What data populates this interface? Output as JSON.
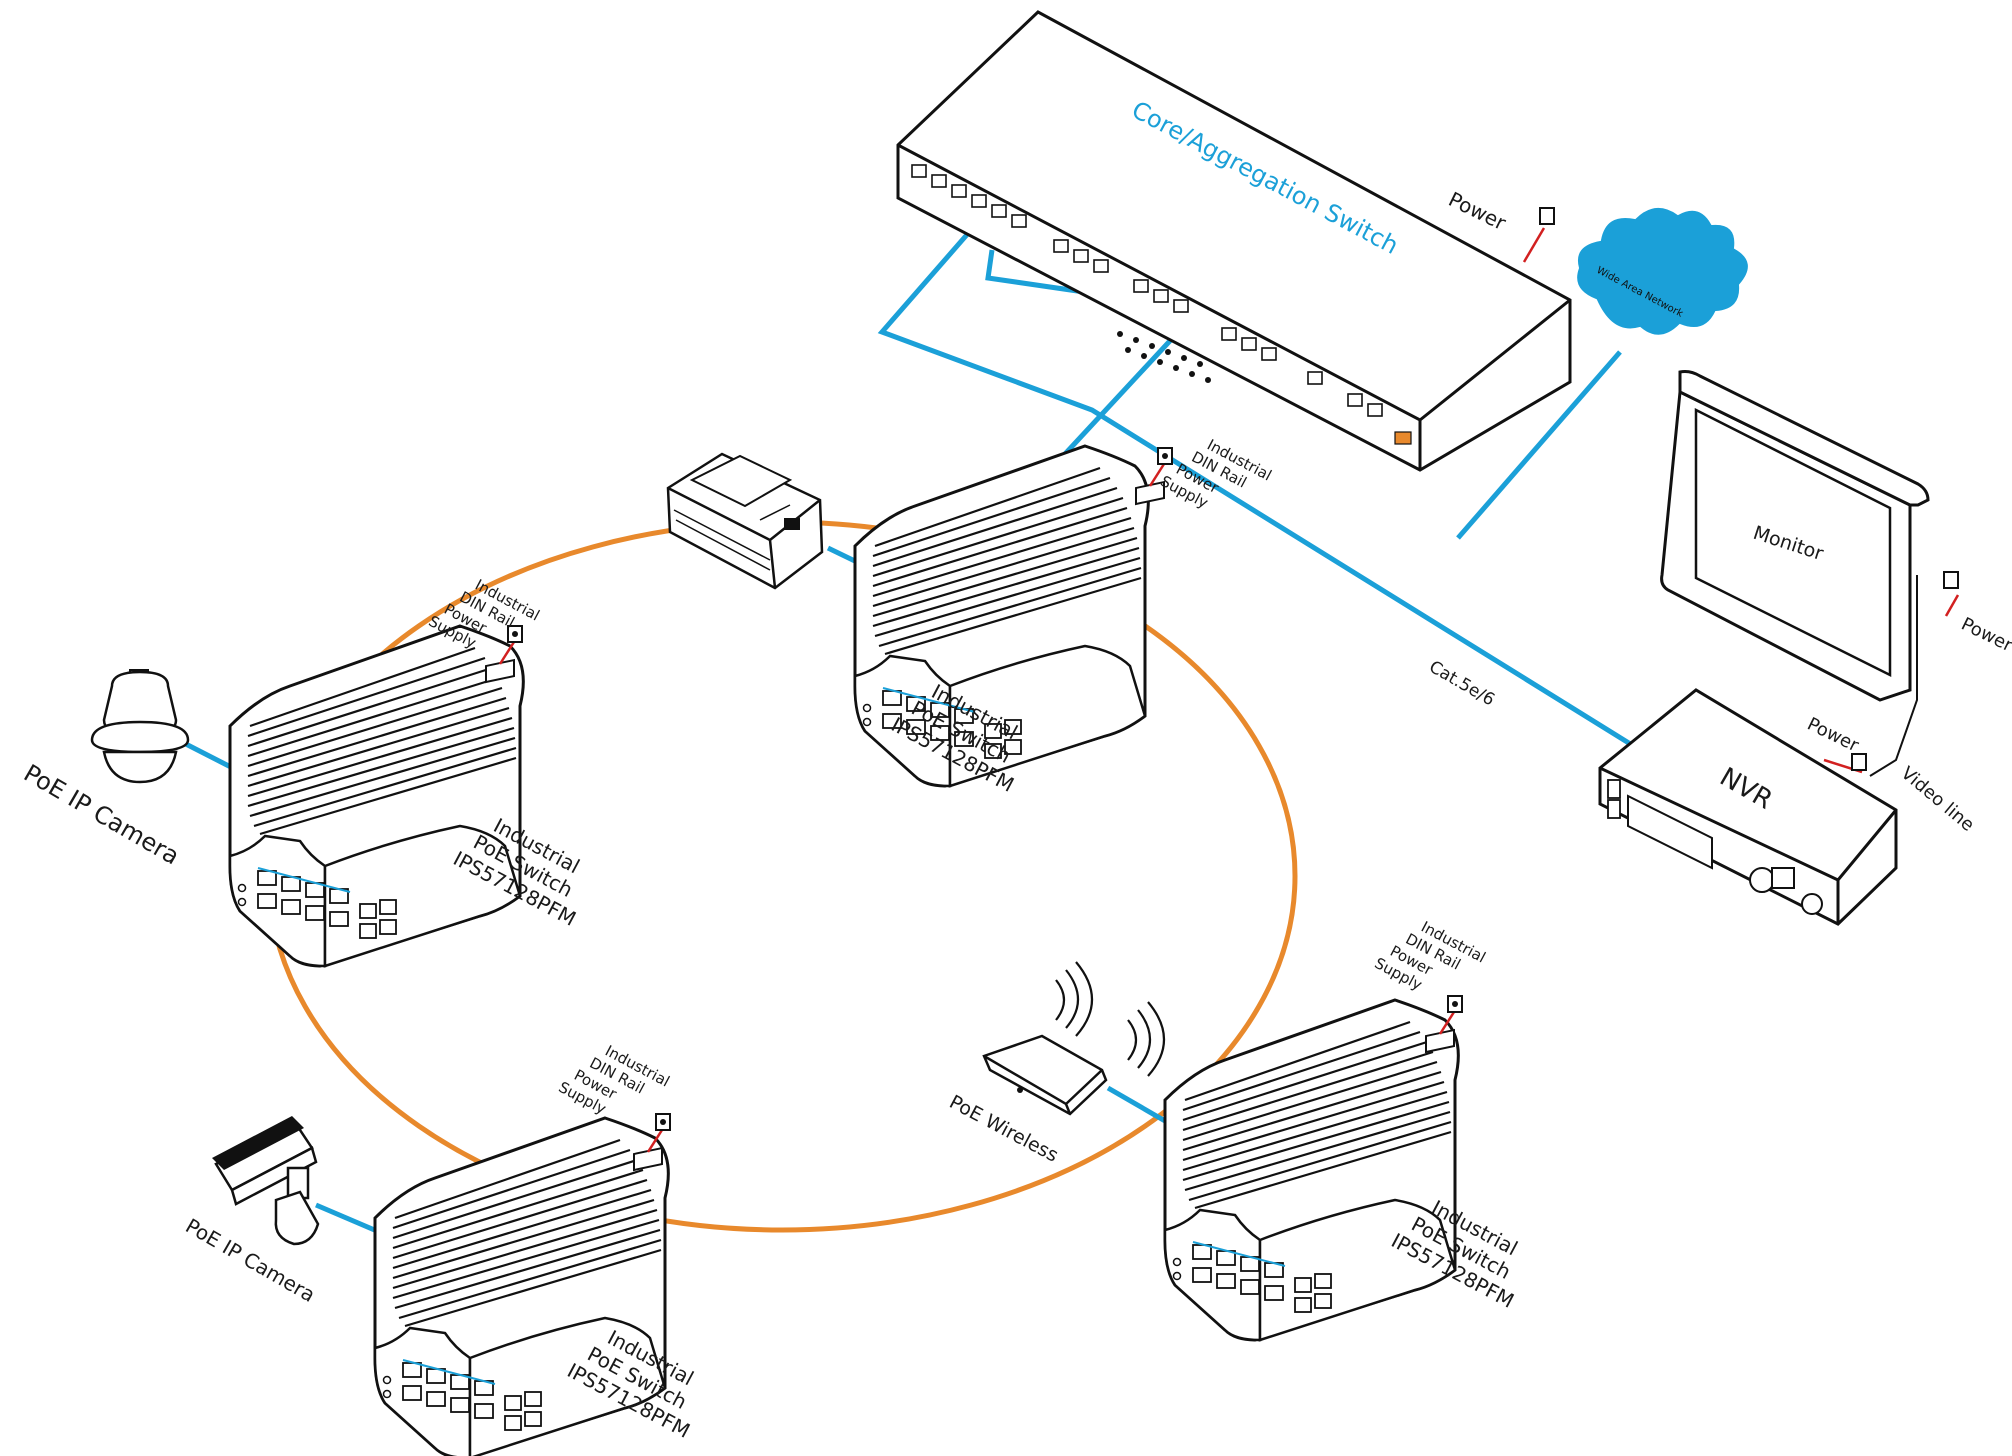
{
  "core_switch": {
    "label": "Core/Aggregation Switch",
    "power_label": "Power"
  },
  "wan": {
    "label": "Wide Area Network"
  },
  "monitor": {
    "label": "Monitor",
    "power_label": "Power"
  },
  "nvr": {
    "label": "NVR",
    "power_label": "Power",
    "video_label": "Video line"
  },
  "cable_label": "Cat.5e/6",
  "psu_lines": [
    "Industrial",
    "DIN Rail",
    "Power",
    "Supply"
  ],
  "switch_lines": [
    "Industrial",
    "PoE Switch",
    "IPS57128PFM"
  ],
  "camera_dome": {
    "label": "PoE IP Camera"
  },
  "camera_ptz": {
    "label": "PoE IP Camera"
  },
  "wireless": {
    "label": "PoE Wireless"
  },
  "colors": {
    "ring": "#e8892c",
    "link": "#1ba0d8",
    "power_wire": "#d22020",
    "cloud": "#1ba0d8"
  }
}
